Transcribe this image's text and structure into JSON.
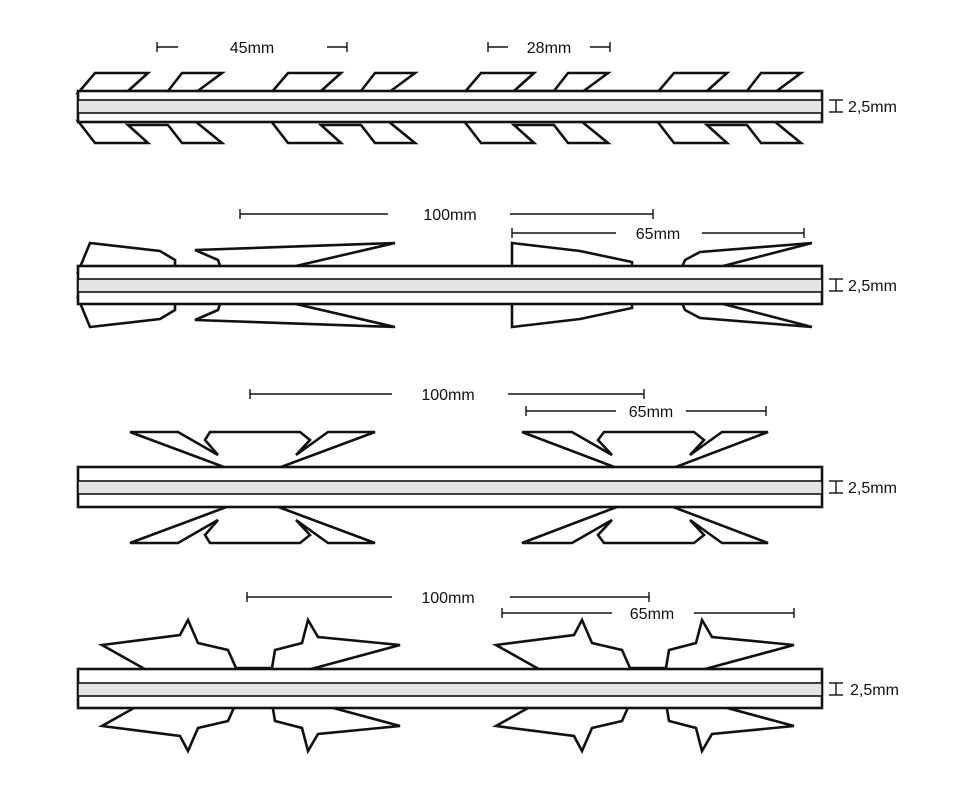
{
  "diagram": {
    "profiles": [
      {
        "id": "bto-10",
        "dims": [
          {
            "label": "45mm"
          },
          {
            "label": "28mm"
          }
        ],
        "thickness": "2,5mm"
      },
      {
        "id": "bto-22",
        "dims": [
          {
            "label": "100mm"
          },
          {
            "label": "65mm"
          }
        ],
        "thickness": "2,5mm"
      },
      {
        "id": "bto-28",
        "dims": [
          {
            "label": "100mm"
          },
          {
            "label": "65mm"
          }
        ],
        "thickness": "2,5mm"
      },
      {
        "id": "bto-30",
        "dims": [
          {
            "label": "100mm"
          },
          {
            "label": "65mm"
          }
        ],
        "thickness": "2,5mm"
      }
    ]
  }
}
